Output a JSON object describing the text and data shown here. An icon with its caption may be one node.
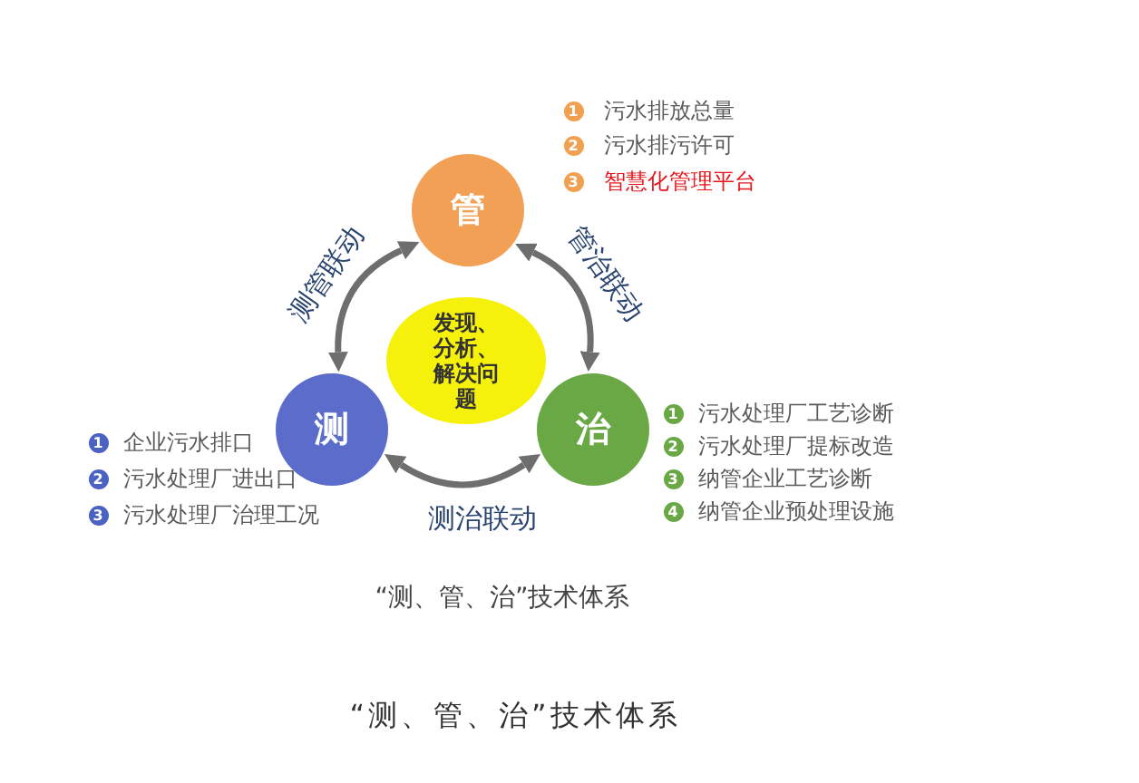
{
  "diagram": {
    "caption": "“测、管、治”技术体系",
    "nodes": [
      {
        "text": [
          "管"
        ],
        "beside": [
          "污水排放总量",
          "污水排污许可",
          "智慧化管理平台"
        ]
      },
      {
        "text": [
          "发现、分析、解决问题"
        ]
      },
      {
        "text": [
          "测"
        ],
        "beside": [
          "企业污水排口",
          "污水处理厂进出口",
          "污水处理厂治理工况"
        ]
      },
      {
        "text": [
          "治"
        ],
        "beside": [
          "污水处理厂工艺诊断",
          "污水处理厂提标改造",
          "纳管企业工艺诊断",
          "纳管企业预处理设施"
        ]
      }
    ],
    "edges": [
      {
        "from": 0,
        "to": 2,
        "arrow": "both",
        "label": "测管联动"
      },
      {
        "from": 0,
        "to": 3,
        "arrow": "both",
        "label": "管治联动"
      },
      {
        "from": 2,
        "to": 3,
        "arrow": "both",
        "label": "测治联动"
      }
    ],
    "labels": [
      "1",
      "2",
      "3",
      "1",
      "2",
      "3",
      "4",
      "1",
      "2",
      "3",
      "“测、管、治”技术体系"
    ]
  }
}
